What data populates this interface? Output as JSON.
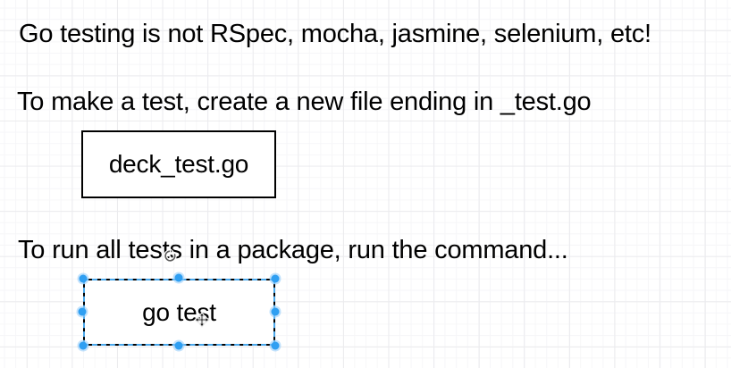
{
  "canvas": {
    "texts": {
      "line1": "Go testing is not RSpec, mocha, jasmine, selenium, etc!",
      "line2": "To make a test, create a new file ending in _test.go",
      "line3": "To run all tests in a package, run the command..."
    },
    "shapes": {
      "deck_test_box": {
        "label": "deck_test.go",
        "selected": false
      },
      "go_test_box": {
        "label": "go test",
        "selected": true
      }
    },
    "colors": {
      "background": "#ffffff",
      "grid_minor": "#f6f6f8",
      "grid_major": "#ebebee",
      "text": "#000000",
      "shape_border": "#000000",
      "shape_fill": "#ffffff",
      "selection_handle": "#2f9ff2",
      "selection_outline": "#4aa8ec"
    },
    "cursors": {
      "rotate": "rotate-cursor",
      "move": "move-cursor"
    }
  }
}
